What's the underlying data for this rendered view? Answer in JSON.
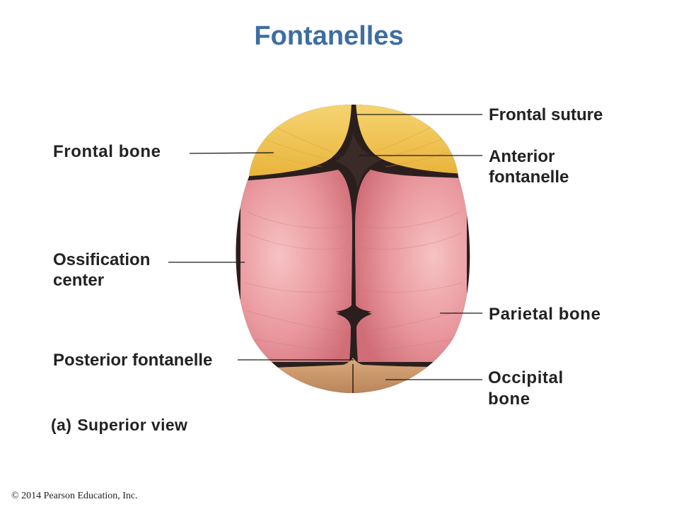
{
  "title": "Fontanelles",
  "labels": {
    "frontal_suture": "Frontal suture",
    "frontal_bone": "Frontal bone",
    "anterior_fontanelle_line1": "Anterior",
    "anterior_fontanelle_line2": "fontanelle",
    "ossification_center_line1": "Ossification",
    "ossification_center_line2": "center",
    "parietal_bone": "Parietal bone",
    "posterior_fontanelle": "Posterior fontanelle",
    "occipital_bone_line1": "Occipital",
    "occipital_bone_line2": "bone"
  },
  "caption": {
    "prefix": "(a)",
    "text": "Superior view"
  },
  "copyright": "© 2014 Pearson Education, Inc.",
  "colors": {
    "title": "#3d6ea3",
    "frontal_bone": "#f2c64f",
    "parietal_bone": "#e8949a",
    "occipital_bone": "#c9966a",
    "fontanelle": "#3a2a28"
  }
}
